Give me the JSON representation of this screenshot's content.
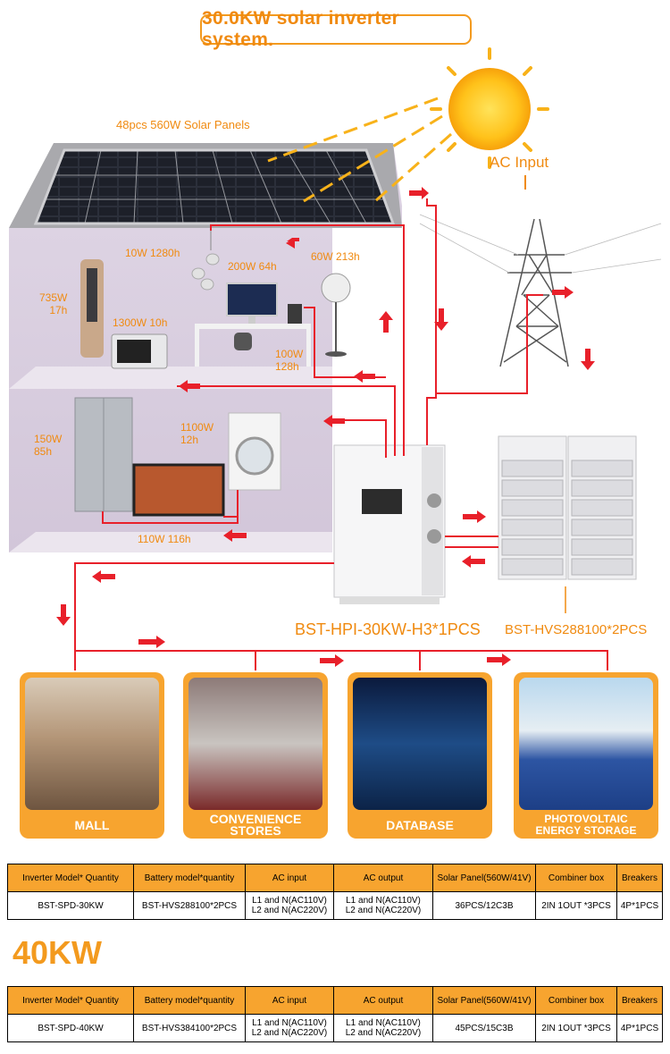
{
  "title": "30.0KW solar inverter system.",
  "labels": {
    "solar_panels": "48pcs 560W Solar Panels",
    "ac_input": "AC Input",
    "lamp": "10W 1280h",
    "computer": "200W 64h",
    "fan": "60W 213h",
    "heater": "735W\n17h",
    "microwave": "1300W 10h",
    "speaker": "100W\n128h",
    "fridge": "150W\n85h",
    "washer": "1100W\n12h",
    "tv": "110W 116h",
    "inverter_model": "BST-HPI-30KW-H3*1PCS",
    "battery_model": "BST-HVS288100*2PCS"
  },
  "cards": [
    {
      "name": "MALL"
    },
    {
      "name": "CONVENIENCE STORES"
    },
    {
      "name": "DATABASE"
    },
    {
      "name": "PHOTOVOLTAIC\nENERGY STORAGE"
    }
  ],
  "colors": {
    "accent": "#f39a1e",
    "wire": "#e8202a",
    "card": "#f7a42f"
  },
  "table_headers": [
    "Inverter Model* Quantity",
    "Battery model*quantity",
    "AC input",
    "AC output",
    "Solar Panel(560W/41V)",
    "Combiner box",
    "Breakers"
  ],
  "table_30kw": [
    "BST-SPD-30KW",
    "BST-HVS288100*2PCS",
    "L1 and N(AC110V)\nL2 and N(AC220V)",
    "L1 and N(AC110V)\nL2 and N(AC220V)",
    "36PCS/12C3B",
    "2IN 1OUT *3PCS",
    "4P*1PCS"
  ],
  "section_40": "40KW",
  "table_headers_40": [
    "Inverter Model* Quantity",
    "Battery model*quantity",
    "AC input",
    "AC output",
    "Solar Panel(560W/41V)",
    "Combiner box",
    "Breakers"
  ],
  "table_40kw": [
    "BST-SPD-40KW",
    "BST-HVS384100*2PCS",
    "L1 and N(AC110V)\nL2 and N(AC220V)",
    "L1 and N(AC110V)\nL2 and N(AC220V)",
    "45PCS/15C3B",
    "2IN 1OUT *3PCS",
    "4P*1PCS"
  ]
}
